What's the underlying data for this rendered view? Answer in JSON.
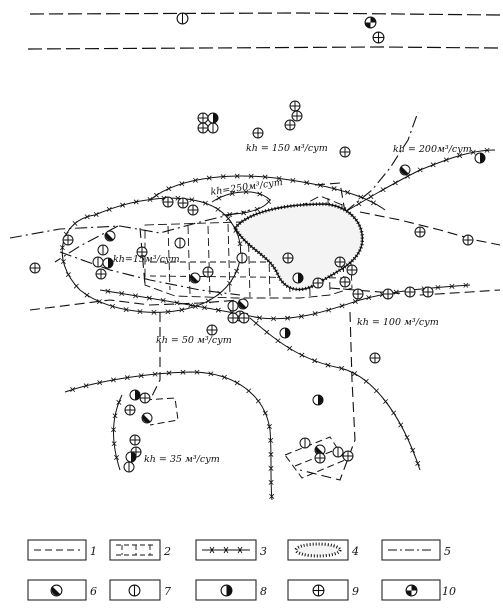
{
  "isolines": [
    {
      "id": "kh150",
      "label": "kh = 150 м³/сут"
    },
    {
      "id": "kh200",
      "label": "kh = 200м³/сут"
    },
    {
      "id": "kh250",
      "label": "kh=250м³/сут"
    },
    {
      "id": "kh15",
      "label": "kh=15м³/сут"
    },
    {
      "id": "kh100",
      "label": "kh = 100 м³/сут"
    },
    {
      "id": "kh50",
      "label": "kh = 50 м³/сут"
    },
    {
      "id": "kh35",
      "label": "kh = 35 м³/сут"
    }
  ],
  "legend": [
    {
      "num": "1",
      "symbol": "dashed-line"
    },
    {
      "num": "2",
      "symbol": "double-dashed-zone"
    },
    {
      "num": "3",
      "symbol": "cross-line"
    },
    {
      "num": "4",
      "symbol": "dotted-outline"
    },
    {
      "num": "5",
      "symbol": "dash-dot-line"
    },
    {
      "num": "6",
      "symbol": "well-type-6"
    },
    {
      "num": "7",
      "symbol": "well-type-7"
    },
    {
      "num": "8",
      "symbol": "well-type-8"
    },
    {
      "num": "9",
      "symbol": "well-type-9"
    },
    {
      "num": "10",
      "symbol": "well-type-10"
    }
  ]
}
